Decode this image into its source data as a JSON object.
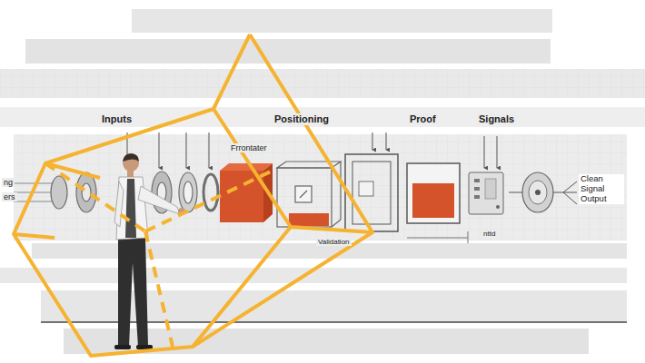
{
  "diagram": {
    "labels": [
      "Inputs",
      "Positioning",
      "Proof",
      "Signals",
      "Frrontater",
      "ng",
      "ers",
      "Clean Signal Output",
      "Validation",
      "nttd"
    ]
  }
}
